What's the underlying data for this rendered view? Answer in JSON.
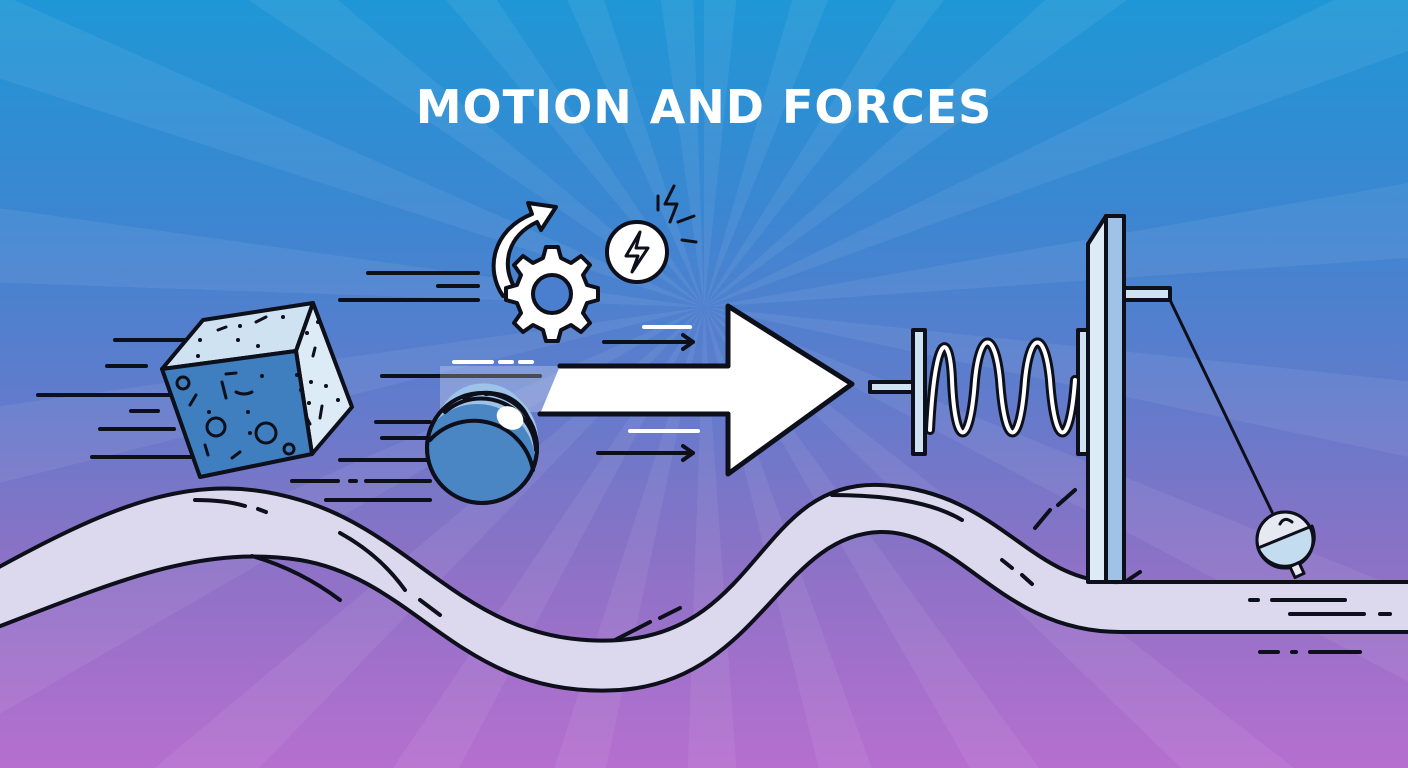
{
  "title": "MOTION AND FORCES",
  "colors": {
    "bg_top": "#1f97d6",
    "bg_mid": "#5e7ccc",
    "bg_bottom": "#b66fcf",
    "outline": "#0d0f1a",
    "white": "#ffffff",
    "track_fill": "#dcd8ee",
    "cube_front": "#3f7fbf",
    "cube_light": "#cfe2f2",
    "ball_dark": "#4a86c4",
    "ball_light": "#9dc3e8",
    "metal": "#b9d4ec"
  },
  "elements": [
    {
      "name": "cube",
      "icon": "speckled-cube"
    },
    {
      "name": "ball",
      "icon": "striped-sphere"
    },
    {
      "name": "gear",
      "icon": "gear-with-rotation-arrow"
    },
    {
      "name": "energy",
      "icon": "lightning-bolt-circle"
    },
    {
      "name": "force-arrow",
      "icon": "large-right-arrow"
    },
    {
      "name": "spring",
      "icon": "compressed-spring"
    },
    {
      "name": "pendulum",
      "icon": "pendulum-bob"
    },
    {
      "name": "track",
      "icon": "wavy-road"
    }
  ]
}
